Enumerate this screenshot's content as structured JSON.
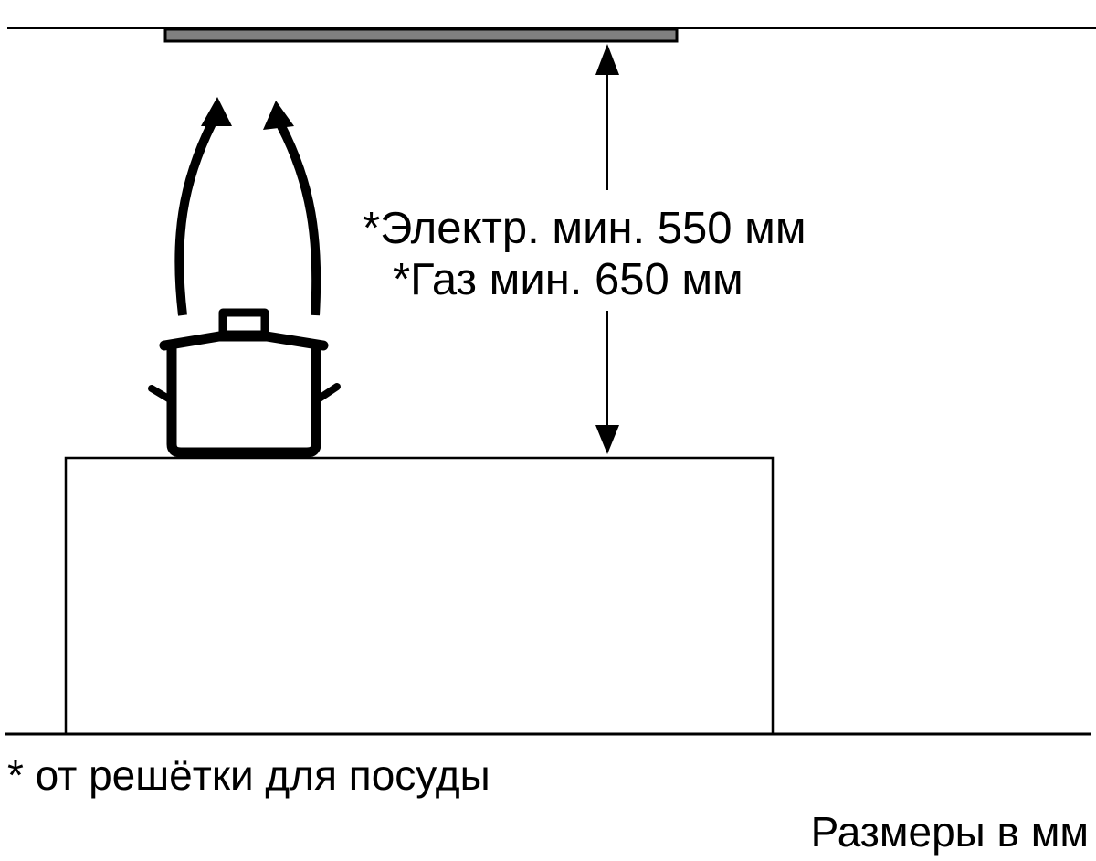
{
  "labels": {
    "electric_min": "*Электр. мин. 550 мм",
    "gas_min": "*Газ мин. 650 мм",
    "footnote": "* от решётки для посуды",
    "units": "Размеры в мм"
  },
  "colors": {
    "hood": "#808080",
    "line": "#000000"
  }
}
